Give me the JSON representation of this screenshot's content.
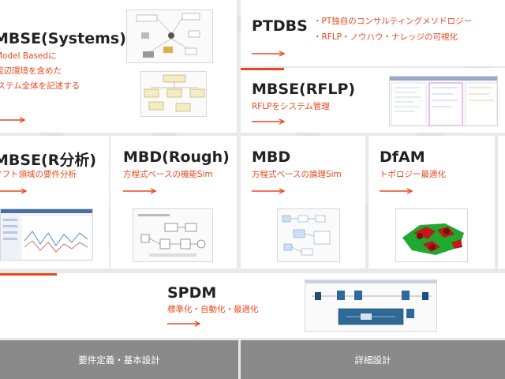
{
  "cards": {
    "mbse_systems": {
      "title": "MBSE(Systems)",
      "lines": [
        "Model Basedに",
        "周辺環境を含めた",
        "システム全体を記述する"
      ]
    },
    "ptdbs": {
      "title": "PTDBS",
      "lines": [
        "・PT独自のコンサルティングメソドロジー",
        "・RFLP・ノウハウ・ナレッジの可視化"
      ]
    },
    "mbse_rflp": {
      "title": "MBSE(RFLP)",
      "lines": [
        "RFLPをシステム管理"
      ]
    },
    "mbse_r": {
      "title": "MBSE(R分析)",
      "lines": [
        "ソフト領域の要件分析"
      ]
    },
    "mbd_rough": {
      "title": "MBD(Rough)",
      "lines": [
        "方程式ベースの機能Sim"
      ]
    },
    "mbd": {
      "title": "MBD",
      "lines": [
        "方程式ベースの論理Sim"
      ]
    },
    "dfam": {
      "title": "DfAM",
      "lines": [
        "トポロジー最適化"
      ]
    },
    "spdm": {
      "title": "SPDM",
      "lines": [
        "標準化・自動化・最適化"
      ]
    }
  },
  "footer": {
    "left": "要件定義・基本設計",
    "right": "詳細設計"
  },
  "colors": {
    "accent": "#e8481d",
    "footer": "#8a8a8a",
    "card": "#ffffff",
    "background": "#e9e9e9"
  },
  "icons": [
    "arrow-right-icon"
  ]
}
